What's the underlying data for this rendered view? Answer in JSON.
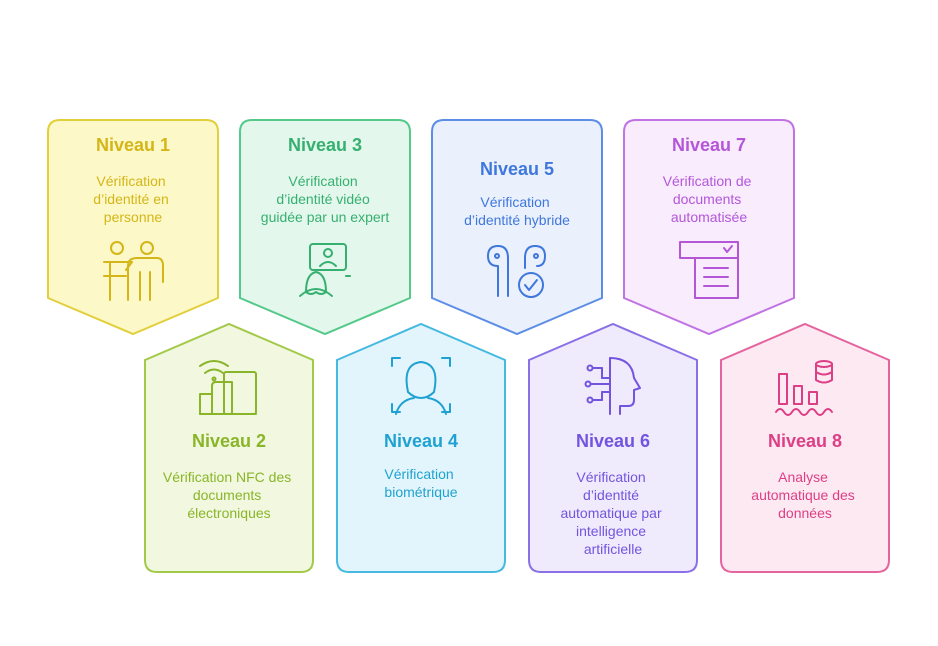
{
  "levels": [
    {
      "title": "Niveau 1",
      "lines": [
        "Vérification",
        "d’identité en",
        "personne"
      ],
      "icon": "in-person-meeting-icon",
      "stroke": "#e2cf3c",
      "fill": "#fdf8c8",
      "text": "#d4b618"
    },
    {
      "title": "Niveau 2",
      "lines": [
        "Vérification NFC des",
        "documents",
        "électroniques"
      ],
      "icon": "nfc-phone-icon",
      "stroke": "#a2c948",
      "fill": "#f1f8df",
      "text": "#8ab529"
    },
    {
      "title": "Niveau 3",
      "lines": [
        "Vérification",
        "d’identité vidéo",
        "guidée par un expert"
      ],
      "icon": "video-call-icon",
      "stroke": "#55c98a",
      "fill": "#e4f7ec",
      "text": "#36b070"
    },
    {
      "title": "Niveau 4",
      "lines": [
        "Vérification",
        "biométrique"
      ],
      "icon": "face-scan-icon",
      "stroke": "#45b9e0",
      "fill": "#e3f5fc",
      "text": "#1fa2d1"
    },
    {
      "title": "Niveau 5",
      "lines": [
        "Vérification",
        "d’identité hybride"
      ],
      "icon": "hybrid-check-icon",
      "stroke": "#5d8ee6",
      "fill": "#eaf1fd",
      "text": "#3f77dc"
    },
    {
      "title": "Niveau 6",
      "lines": [
        "Vérification",
        "d’identité",
        "automatique par",
        "intelligence",
        "artificielle"
      ],
      "icon": "ai-head-icon",
      "stroke": "#8a70e6",
      "fill": "#efebfd",
      "text": "#7354df"
    },
    {
      "title": "Niveau 7",
      "lines": [
        "Vérification de",
        "documents",
        "automatisée"
      ],
      "icon": "document-check-icon",
      "stroke": "#c173e3",
      "fill": "#f8ecfd",
      "text": "#b556d9"
    },
    {
      "title": "Niveau 8",
      "lines": [
        "Analyse",
        "automatique des",
        "données"
      ],
      "icon": "data-analysis-icon",
      "stroke": "#e4649f",
      "fill": "#fde9f2",
      "text": "#dd3f86"
    }
  ]
}
